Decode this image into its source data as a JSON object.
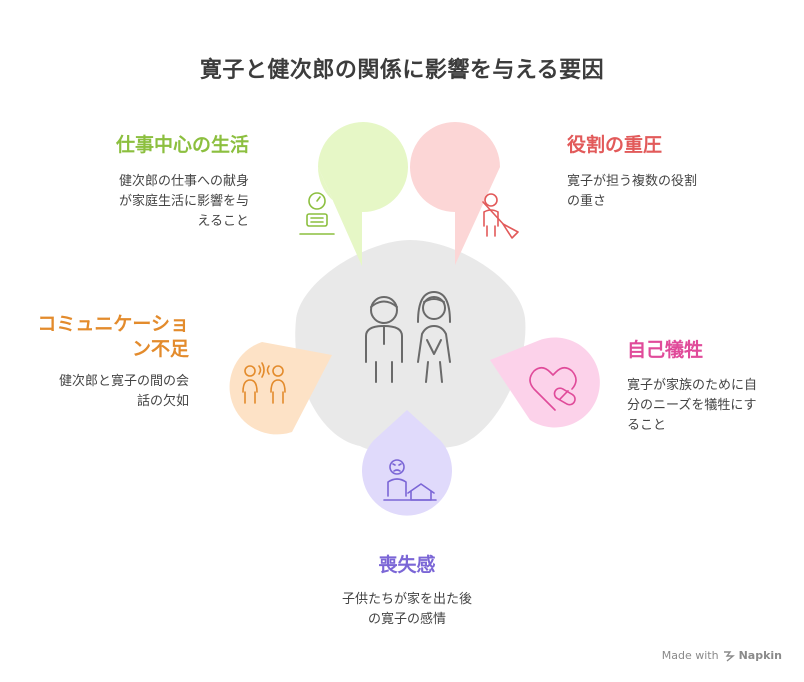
{
  "title": "寛子と健次郎の関係に影響を与える要因",
  "factors": [
    {
      "heading": "仕事中心の生活",
      "description_lines": [
        "健次郎の仕事への献身",
        "が家庭生活に影響を与",
        "えること"
      ],
      "color": "#8cbf3f",
      "fill": "#e6f7c6",
      "icon": "desk-clock-icon"
    },
    {
      "heading": "役割の重圧",
      "description_lines": [
        "寛子が担う複数の役割",
        "の重さ"
      ],
      "color": "#e25a5a",
      "fill": "#fcd6d6",
      "icon": "woman-broom-icon"
    },
    {
      "heading": "自己犠牲",
      "description_lines": [
        "寛子が家族のために自",
        "分のニーズを犠牲にす",
        "ること"
      ],
      "color": "#e04b9a",
      "fill": "#fcd2ea",
      "icon": "heart-pill-icon"
    },
    {
      "heading": "喪失感",
      "description_lines": [
        "子供たちが家を出た後",
        "の寛子の感情"
      ],
      "color": "#7b66d6",
      "fill": "#e0dafb",
      "icon": "sad-person-house-icon"
    },
    {
      "heading_lines": [
        "コミュニケーショ",
        "ン不足"
      ],
      "description_lines": [
        "健次郎と寛子の間の会",
        "話の欠如"
      ],
      "color": "#e38b2c",
      "fill": "#fde2c6",
      "icon": "two-people-talking-icon"
    }
  ],
  "center_icon": "couple-icon",
  "footer": {
    "made_with": "Made with",
    "brand": "Napkin"
  }
}
